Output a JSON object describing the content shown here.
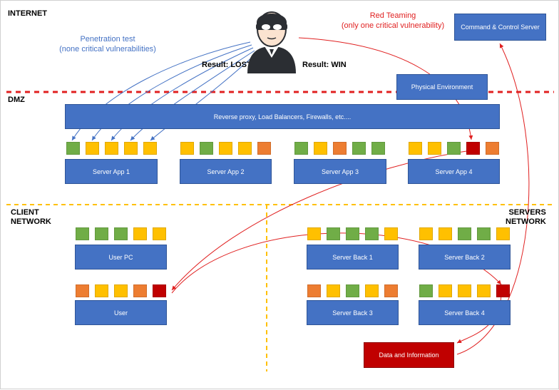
{
  "zones": {
    "internet": "INTERNET",
    "dmz": "DMZ",
    "client_line1": "CLIENT",
    "client_line2": "NETWORK",
    "servers_line1": "SERVERS",
    "servers_line2": "NETWORK"
  },
  "notes": {
    "pentest_line1": "Penetration test",
    "pentest_line2": "(none critical vulnerabilities)",
    "redteam_line1": "Red Teaming",
    "redteam_line2": "(only one critical vulnerability)",
    "result_lost": "Result: LOST",
    "result_win": "Result: WIN"
  },
  "boxes": {
    "c2": "Command & Control Server",
    "physical": "Physical Environment",
    "proxy": "Reverse proxy, Load Balancers, Firewalls, etc....",
    "app1": "Server App 1",
    "app2": "Server App 2",
    "app3": "Server App 3",
    "app4": "Server App 4",
    "userpc": "User PC",
    "user": "User",
    "back1": "Server Back 1",
    "back2": "Server Back 2",
    "back3": "Server Back 3",
    "back4": "Server Back 4",
    "data": "Data and Information"
  },
  "colors": {
    "green": "#70ad47",
    "yellow": "#ffc000",
    "orange": "#ed7d31",
    "red": "#c00000",
    "blue": "#4472c4",
    "arrow_blue": "#4472c4",
    "arrow_red": "#e02020",
    "dash_red": "#e02020",
    "dash_yellow": "#ffc000"
  },
  "vulnerabilities": {
    "app1": [
      "green",
      "yellow",
      "yellow",
      "yellow",
      "yellow"
    ],
    "app2": [
      "yellow",
      "green",
      "yellow",
      "yellow",
      "orange"
    ],
    "app3": [
      "green",
      "yellow",
      "orange",
      "green",
      "green"
    ],
    "app4": [
      "yellow",
      "yellow",
      "green",
      "red",
      "orange"
    ],
    "userpc": [
      "green",
      "green",
      "green",
      "yellow",
      "yellow"
    ],
    "user": [
      "orange",
      "yellow",
      "yellow",
      "orange",
      "red"
    ],
    "back1": [
      "yellow",
      "green",
      "green",
      "green",
      "yellow"
    ],
    "back2": [
      "yellow",
      "yellow",
      "green",
      "green",
      "yellow"
    ],
    "back3": [
      "orange",
      "yellow",
      "green",
      "yellow",
      "orange"
    ],
    "back4": [
      "green",
      "yellow",
      "yellow",
      "yellow",
      "red"
    ]
  }
}
